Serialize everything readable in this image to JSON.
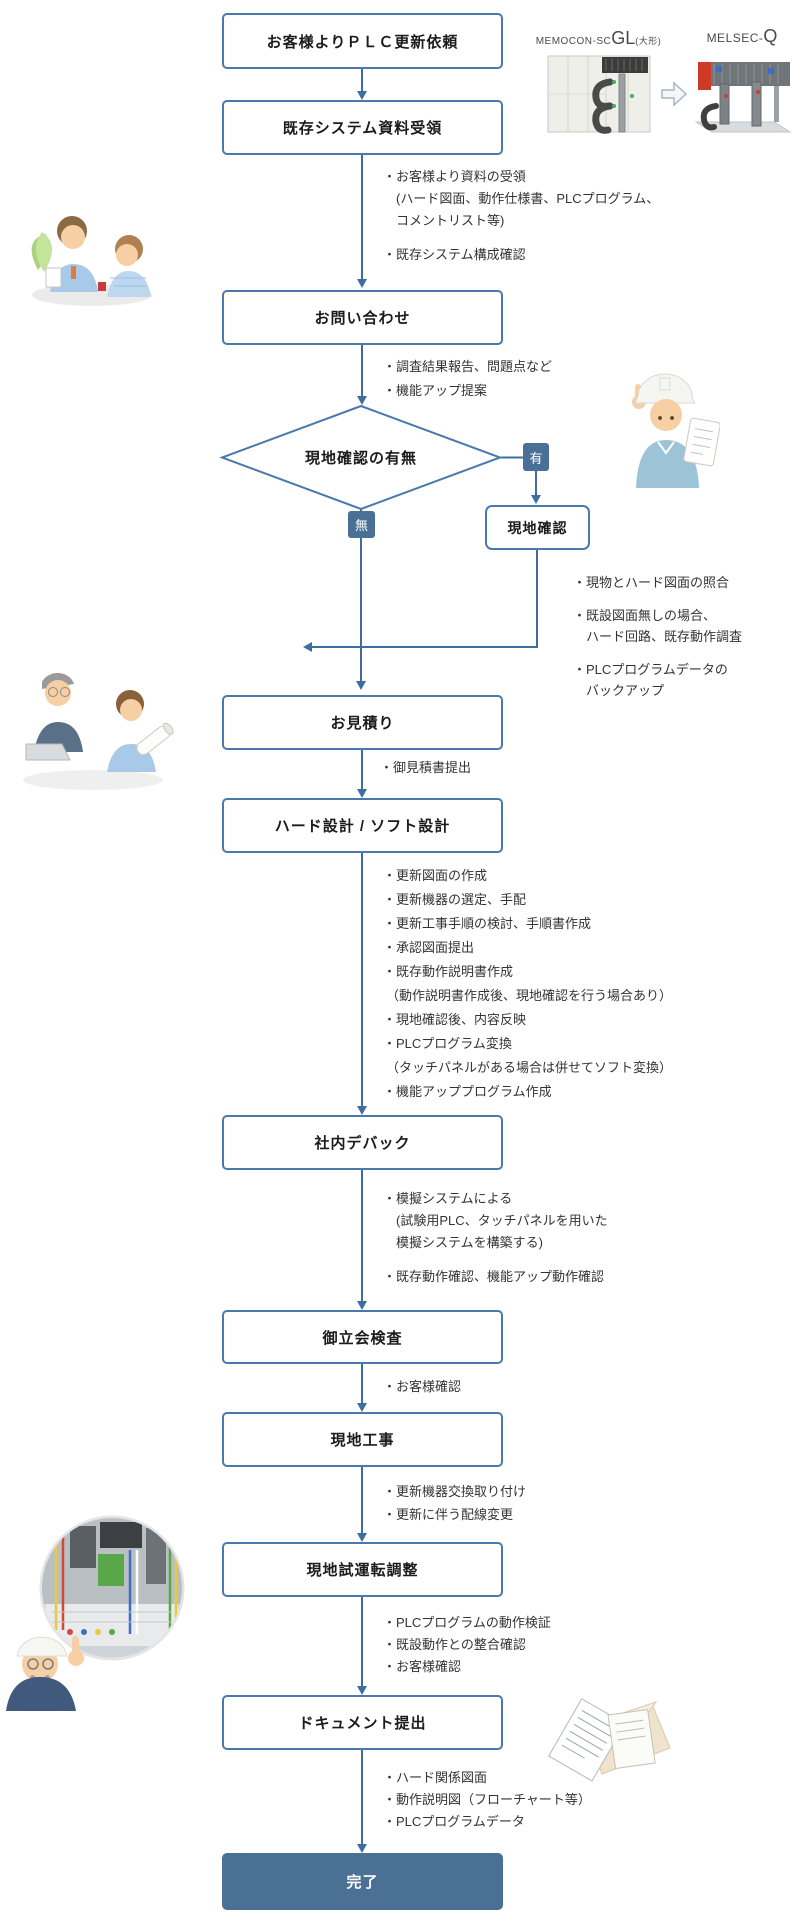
{
  "accent": {
    "border": "#4a7aac",
    "line": "#3f6da0",
    "fill": "#4a7096"
  },
  "hardware": {
    "before": {
      "brand": "MEMOCON-SC",
      "model": "GL",
      "size": "(大形)"
    },
    "after": {
      "brand": "MELSEC-",
      "model": "Q"
    }
  },
  "flow": {
    "request": "お客様よりＰＬＣ更新依頼",
    "receive_docs": "既存システム資料受領",
    "inquiry": "お問い合わせ",
    "decision": "現地確認の有無",
    "yes_label": "有",
    "no_label": "無",
    "onsite_check": "現地確認",
    "estimate": "お見積り",
    "design": "ハード設計 / ソフト設計",
    "debug": "社内デバック",
    "inspection": "御立会検査",
    "onsite_work": "現地工事",
    "commissioning": "現地試運転調整",
    "documents": "ドキュメント提出",
    "complete": "完了"
  },
  "notes": {
    "receive_docs": [
      "・お客様より資料の受領",
      "(ハード図面、動作仕様書、PLCプログラム、",
      "コメントリスト等)",
      "・既存システム構成確認"
    ],
    "inquiry": [
      "・調査結果報告、問題点など",
      "・機能アップ提案"
    ],
    "onsite_check": [
      "・現物とハード図面の照合",
      "・既設図面無しの場合、",
      "ハード回路、既存動作調査",
      "・PLCプログラムデータの",
      "バックアップ"
    ],
    "estimate": [
      "・御見積書提出"
    ],
    "design": [
      "・更新図面の作成",
      "・更新機器の選定、手配",
      "・更新工事手順の検討、手順書作成",
      "・承認図面提出",
      "・既存動作説明書作成",
      "（動作説明書作成後、現地確認を行う場合あり）",
      "・現地確認後、内容反映",
      "・PLCプログラム変換",
      "（タッチパネルがある場合は併せてソフト変換）",
      "・機能アッププログラム作成"
    ],
    "debug": [
      "・模擬システムによる",
      "(試験用PLC、タッチパネルを用いた",
      "模擬システムを構築する)",
      "・既存動作確認、機能アップ動作確認"
    ],
    "inspection": [
      "・お客様確認"
    ],
    "onsite_work": [
      "・更新機器交換取り付け",
      "・更新に伴う配線変更"
    ],
    "commissioning": [
      "・PLCプログラムの動作検証",
      "・既設動作との整合確認",
      "・お客様確認"
    ],
    "documents": [
      "・ハード関係図面",
      "・動作説明図（フローチャート等）",
      "・PLCプログラムデータ"
    ]
  }
}
